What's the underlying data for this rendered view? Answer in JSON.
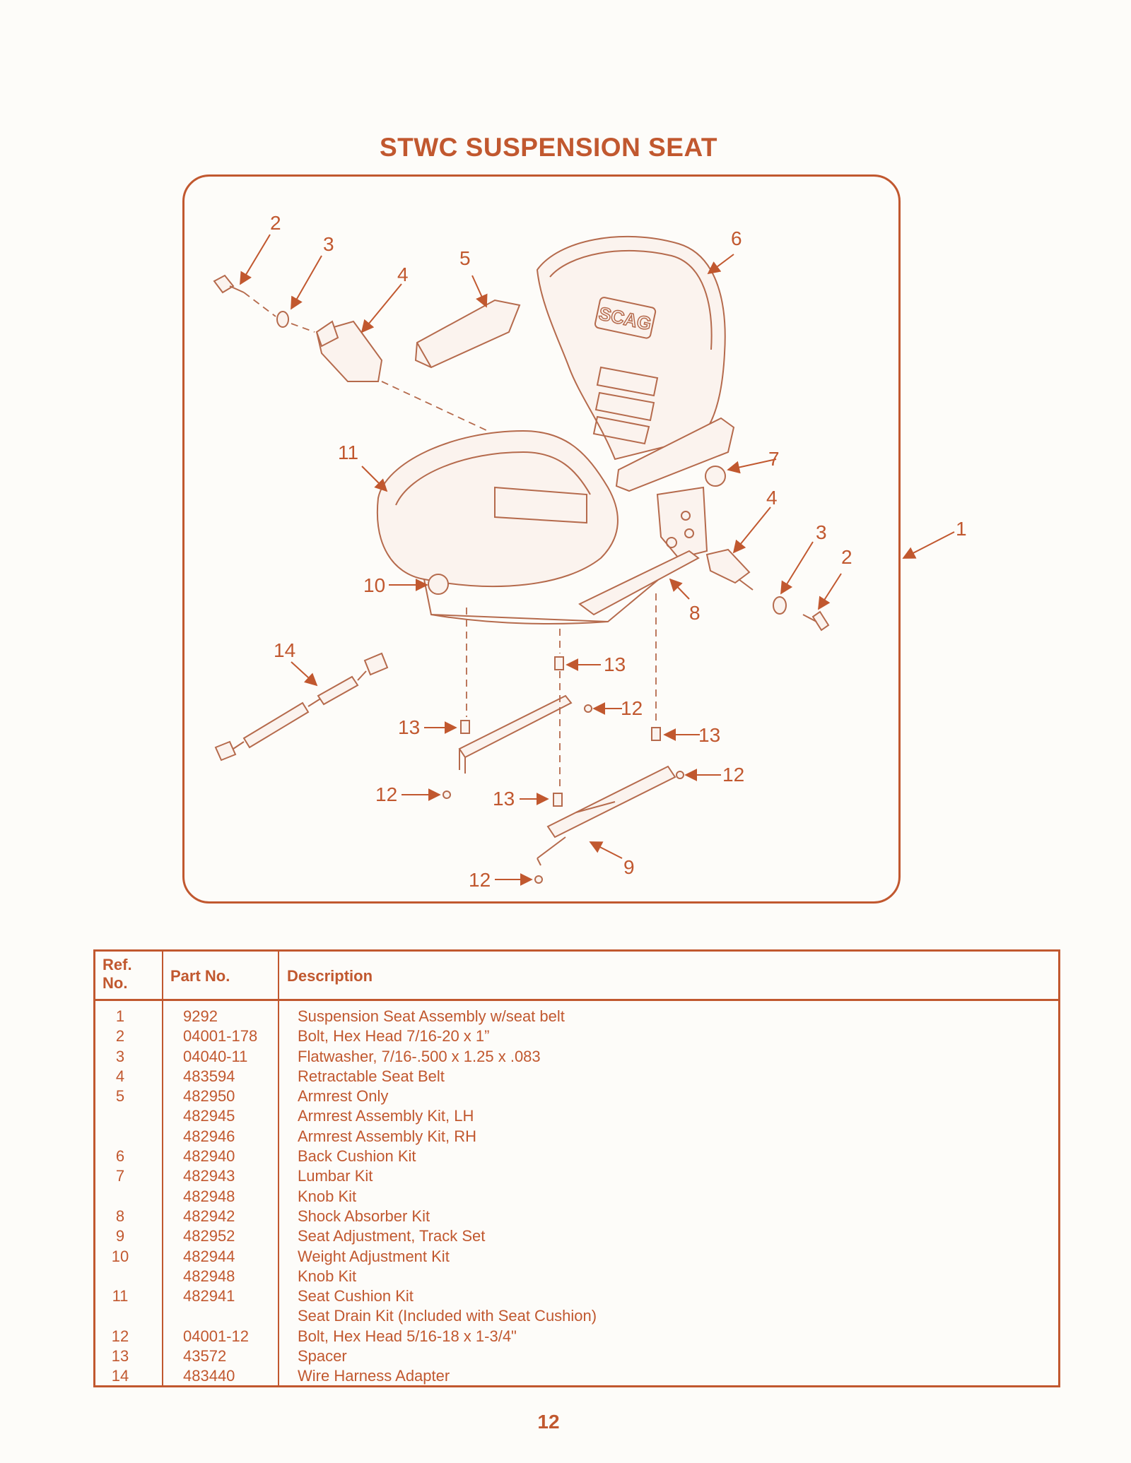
{
  "title": "STWC SUSPENSION SEAT",
  "diagram": {
    "brand_logo_text": "SCAG",
    "callouts": [
      "1",
      "2",
      "3",
      "4",
      "5",
      "6",
      "7",
      "8",
      "9",
      "10",
      "11",
      "12",
      "13",
      "14"
    ]
  },
  "table": {
    "headers": {
      "ref": "Ref.\nNo.",
      "part": "Part No.",
      "desc": "Description"
    },
    "rows": [
      {
        "ref": "1",
        "part": "9292",
        "desc": "Suspension Seat Assembly w/seat belt"
      },
      {
        "ref": "2",
        "part": "04001-178",
        "desc": "Bolt, Hex Head 7/16-20 x 1”"
      },
      {
        "ref": "3",
        "part": "04040-11",
        "desc": "Flatwasher, 7/16-.500 x 1.25 x .083"
      },
      {
        "ref": "4",
        "part": "483594",
        "desc": "Retractable Seat Belt"
      },
      {
        "ref": "5",
        "part": "482950",
        "desc": "Armrest Only"
      },
      {
        "ref": "",
        "part": "482945",
        "desc": "Armrest Assembly Kit, LH"
      },
      {
        "ref": "",
        "part": "482946",
        "desc": "Armrest Assembly Kit, RH"
      },
      {
        "ref": "6",
        "part": "482940",
        "desc": "Back Cushion Kit"
      },
      {
        "ref": "7",
        "part": "482943",
        "desc": "Lumbar Kit"
      },
      {
        "ref": "",
        "part": "482948",
        "desc": "Knob Kit"
      },
      {
        "ref": "8",
        "part": "482942",
        "desc": "Shock Absorber Kit"
      },
      {
        "ref": "9",
        "part": "482952",
        "desc": "Seat Adjustment, Track Set"
      },
      {
        "ref": "10",
        "part": "482944",
        "desc": "Weight Adjustment Kit"
      },
      {
        "ref": "",
        "part": "482948",
        "desc": "Knob Kit"
      },
      {
        "ref": "11",
        "part": "482941",
        "desc": "Seat Cushion Kit"
      },
      {
        "ref": "",
        "part": "",
        "desc": "Seat Drain Kit (Included with Seat Cushion)"
      },
      {
        "ref": "12",
        "part": "04001-12",
        "desc": "Bolt, Hex Head 5/16-18 x 1-3/4\""
      },
      {
        "ref": "13",
        "part": "43572",
        "desc": "Spacer"
      },
      {
        "ref": "14",
        "part": "483440",
        "desc": "Wire Harness Adapter"
      }
    ]
  },
  "page_number": "12",
  "colors": {
    "accent": "#c1582f",
    "line_art": "#b56a4c",
    "background": "#fdfcf9"
  }
}
